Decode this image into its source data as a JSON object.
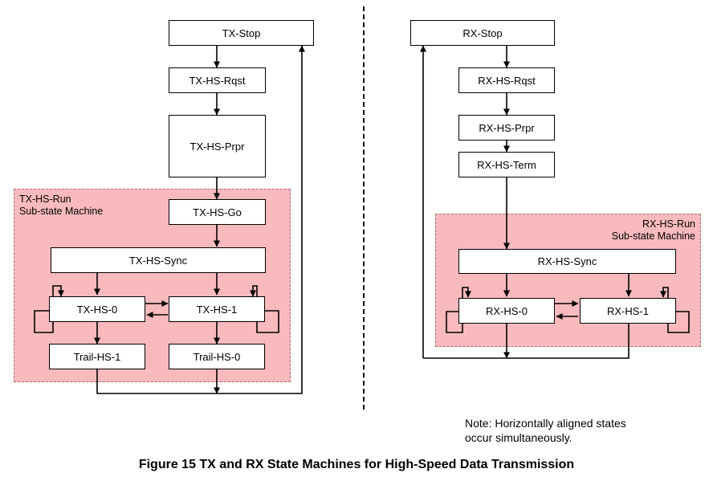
{
  "tx": {
    "region_label_line1": "TX-HS-Run",
    "region_label_line2": "Sub-state Machine",
    "states": {
      "stop": "TX-Stop",
      "rqst": "TX-HS-Rqst",
      "prpr": "TX-HS-Prpr",
      "go": "TX-HS-Go",
      "sync": "TX-HS-Sync",
      "hs0": "TX-HS-0",
      "hs1": "TX-HS-1",
      "trail1": "Trail-HS-1",
      "trail0": "Trail-HS-0"
    }
  },
  "rx": {
    "region_label_line1": "RX-HS-Run",
    "region_label_line2": "Sub-state Machine",
    "states": {
      "stop": "RX-Stop",
      "rqst": "RX-HS-Rqst",
      "prpr": "RX-HS-Prpr",
      "term": "RX-HS-Term",
      "sync": "RX-HS-Sync",
      "hs0": "RX-HS-0",
      "hs1": "RX-HS-1"
    }
  },
  "note": {
    "line1": "Note: Horizontally aligned states",
    "line2": "occur simultaneously."
  },
  "caption": "Figure 15 TX and RX State Machines for High-Speed Data Transmission",
  "colors": {
    "region_fill": "#f8babd",
    "region_border": "#b07070",
    "line": "#000000"
  }
}
